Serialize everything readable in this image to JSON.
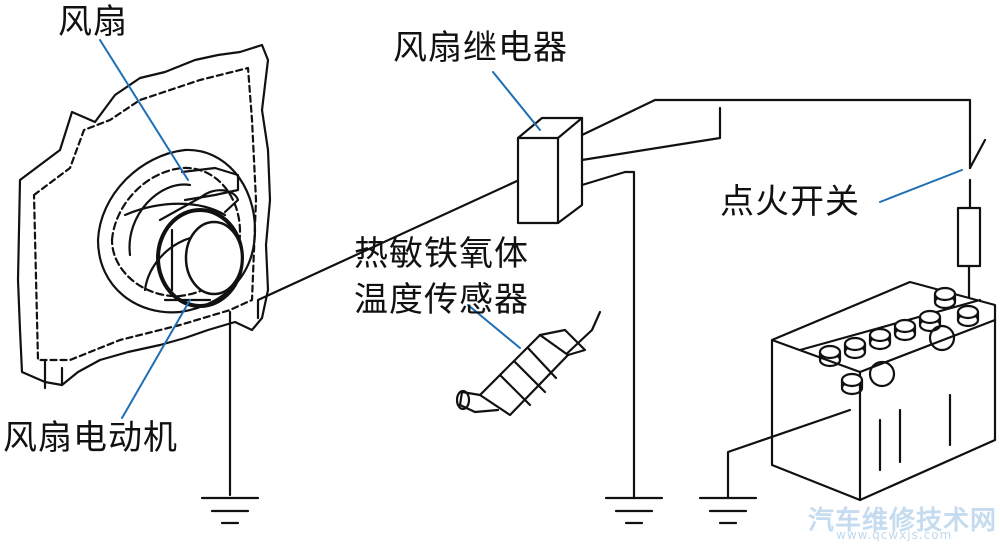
{
  "labels": {
    "fan": "风扇",
    "fan_relay": "风扇继电器",
    "ignition_switch": "点火开关",
    "thermistor_line1": "热敏铁氧体",
    "thermistor_line2": "温度传感器",
    "fan_motor": "风扇电动机"
  },
  "watermark": {
    "line1": "汽车维修技术网",
    "line2": "www.qcwxjs.com"
  },
  "colors": {
    "line": "#111111",
    "leader": "#1e6fb5",
    "watermark": "#9bbfe0"
  }
}
